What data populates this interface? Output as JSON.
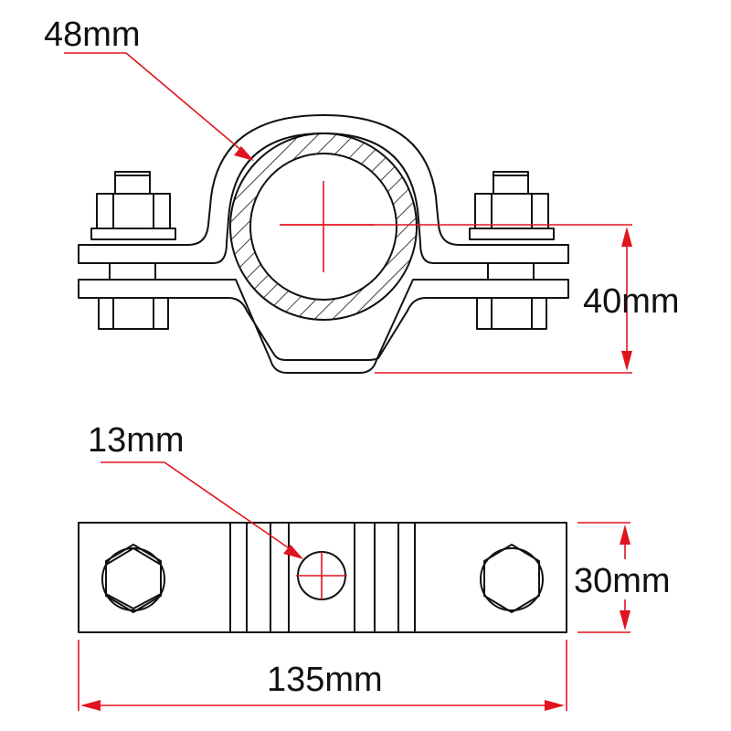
{
  "colors": {
    "ink": "#111111",
    "dimension": "#e0141e",
    "background": "#ffffff"
  },
  "labels": {
    "tube_diameter": "48mm",
    "clamp_height": "40mm",
    "hole_diameter": "13mm",
    "plate_width": "30mm",
    "plate_length": "135mm"
  }
}
